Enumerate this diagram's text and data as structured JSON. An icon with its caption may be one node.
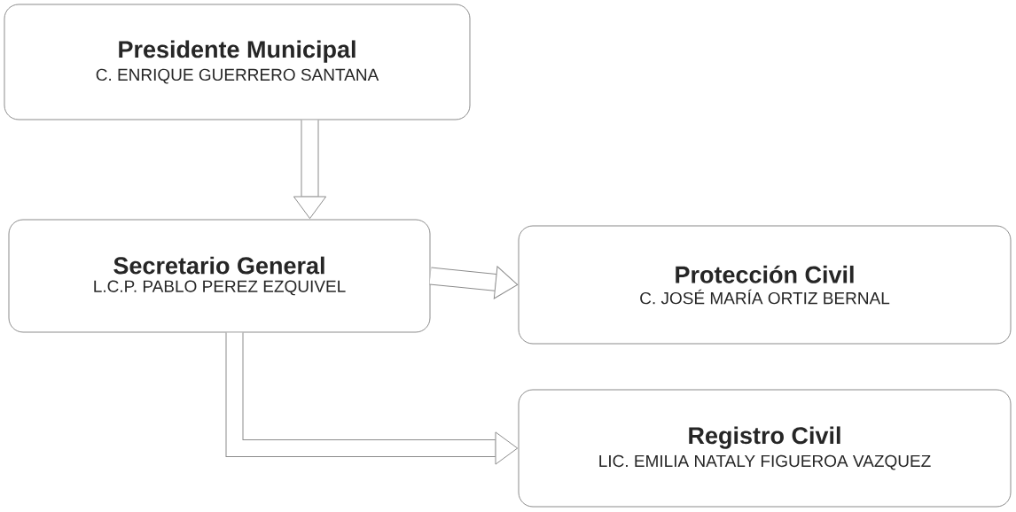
{
  "diagram": {
    "nodes": [
      {
        "text": [
          "Presidente Municipal",
          "C. ENRIQUE GUERRERO SANTANA"
        ]
      },
      {
        "text": [
          "Secretario General",
          "L.C.P. PABLO PEREZ EZQUIVEL"
        ]
      },
      {
        "text": [
          "Protección Civil",
          "C. JOSÉ MARÍA ORTIZ BERNAL"
        ]
      },
      {
        "text": [
          "Registro Civil",
          "LIC. EMILIA NATALY FIGUEROA VAZQUEZ"
        ]
      }
    ],
    "edges": [
      {
        "from": 0,
        "to": 1,
        "arrow": "to"
      },
      {
        "from": 1,
        "to": 2,
        "arrow": "to"
      },
      {
        "from": 1,
        "to": 3,
        "arrow": "to"
      }
    ]
  }
}
